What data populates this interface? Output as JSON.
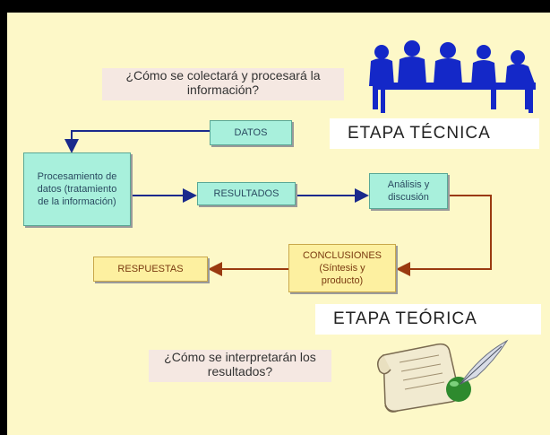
{
  "questions": {
    "technical": "¿Cómo se colectará y procesará la información?",
    "theoretical": "¿Cómo se interpretarán los resultados?"
  },
  "stages": {
    "technical": "ETAPA TÉCNICA",
    "theoretical": "ETAPA TEÓRICA"
  },
  "flow": {
    "datos": "DATOS",
    "procesamiento": "Procesamiento de datos (tratamiento de la información)",
    "resultados": "RESULTADOS",
    "analisis": "Análisis y discusión",
    "conclusiones": "CONCLUSIONES (Síntesis y producto)",
    "respuestas": "RESPUESTAS"
  },
  "colors": {
    "background": "#fdf8c8",
    "technical_box": "#a8f0dc",
    "theoretical_box": "#fdf0a0",
    "technical_arrow": "#1a2a8c",
    "theoretical_arrow": "#9a3a10",
    "people_icon": "#1428c8"
  }
}
